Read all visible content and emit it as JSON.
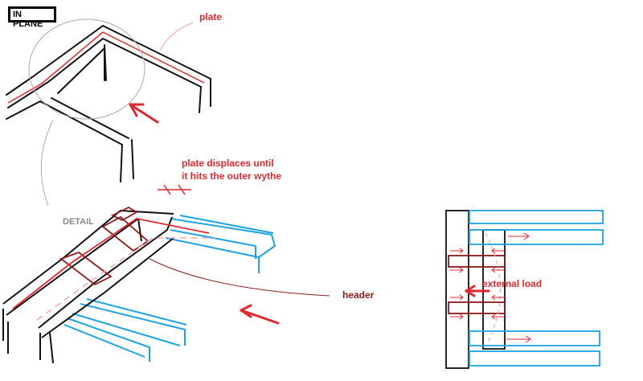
{
  "title": "IN PLANE",
  "labels": {
    "plate": "plate",
    "displace_line1": "plate displaces until",
    "displace_line2": "it hits the outer wythe",
    "detail": "DETAIL",
    "header": "header",
    "external_load": "external load"
  },
  "colors": {
    "black": "#111111",
    "red": "#e0282f",
    "dark_red": "#8b1a1a",
    "blue": "#1fa3e0",
    "pink": "#f0a8b8",
    "gray": "#aaaaaa"
  }
}
